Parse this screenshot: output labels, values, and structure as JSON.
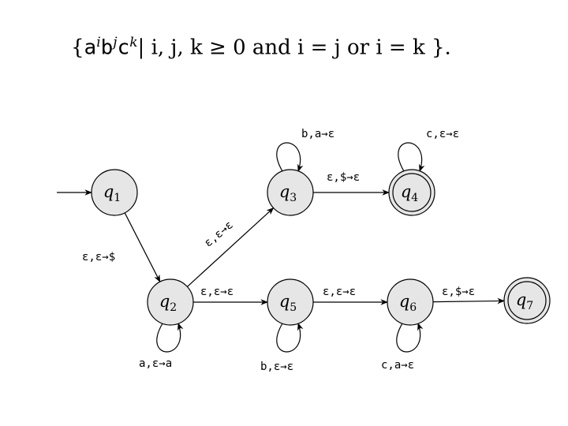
{
  "formula": {
    "open_brace": "{",
    "a": "a",
    "exp_i": "i",
    "b": "b",
    "exp_j": "j",
    "c": "c",
    "exp_k": "k",
    "condition": "| i, j, k ≥ 0 and i = j or i = k }."
  },
  "states": [
    {
      "id": "q1",
      "letter": "q",
      "sub": "1",
      "accept": false
    },
    {
      "id": "q2",
      "letter": "q",
      "sub": "2",
      "accept": false
    },
    {
      "id": "q3",
      "letter": "q",
      "sub": "3",
      "accept": false
    },
    {
      "id": "q4",
      "letter": "q",
      "sub": "4",
      "accept": true
    },
    {
      "id": "q5",
      "letter": "q",
      "sub": "5",
      "accept": false
    },
    {
      "id": "q6",
      "letter": "q",
      "sub": "6",
      "accept": false
    },
    {
      "id": "q7",
      "letter": "q",
      "sub": "7",
      "accept": true
    }
  ],
  "transitions": [
    {
      "from": "q1",
      "to": "q2",
      "label": "ε,ε→$"
    },
    {
      "from": "q2",
      "to": "q3",
      "label": "ε,ε→ε"
    },
    {
      "from": "q2",
      "to": "q5",
      "label": "ε,ε→ε"
    },
    {
      "from": "q3",
      "to": "q4",
      "label": "ε,$→ε"
    },
    {
      "from": "q5",
      "to": "q6",
      "label": "ε,ε→ε"
    },
    {
      "from": "q6",
      "to": "q7",
      "label": "ε,$→ε"
    },
    {
      "from": "q2",
      "to": "q2",
      "label": "a,ε→a"
    },
    {
      "from": "q3",
      "to": "q3",
      "label": "b,a→ε"
    },
    {
      "from": "q4",
      "to": "q4",
      "label": "c,ε→ε"
    },
    {
      "from": "q5",
      "to": "q5",
      "label": "b,ε→ε"
    },
    {
      "from": "q6",
      "to": "q6",
      "label": "c,a→ε"
    }
  ]
}
